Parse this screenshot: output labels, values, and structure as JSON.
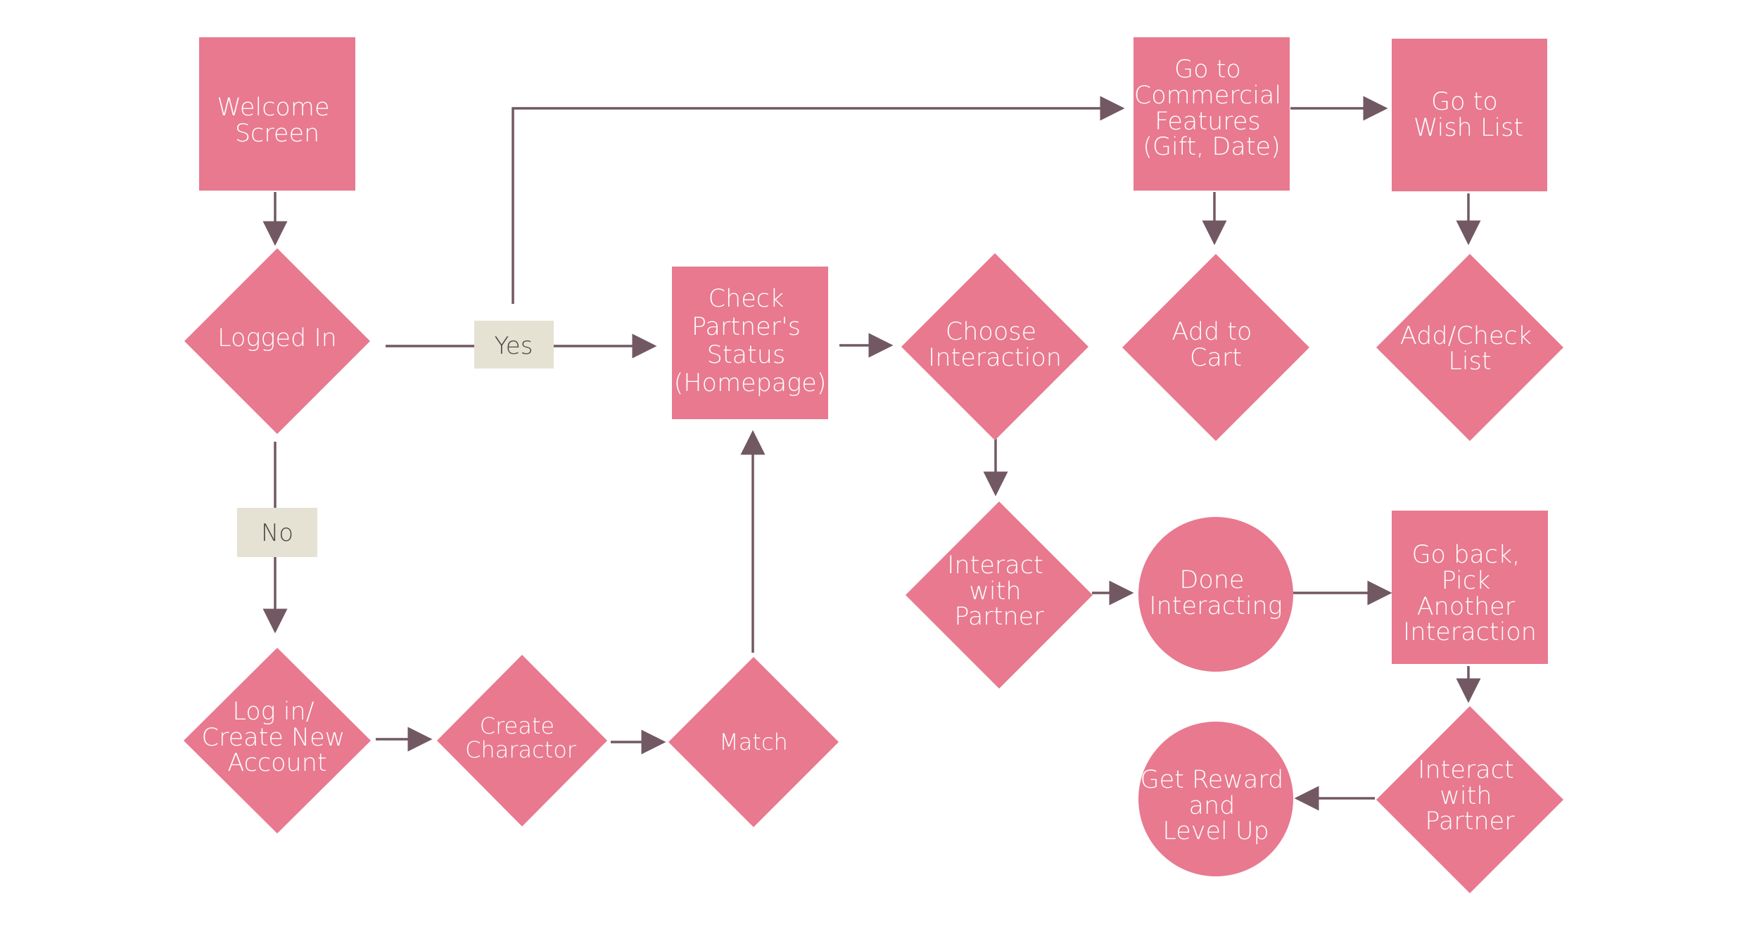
{
  "colors": {
    "node_fill": "#E8798F",
    "node_text": "#FFFFFF",
    "connector": "#725863",
    "label_fill": "#E5E2D3",
    "label_text": "#4E4A46",
    "background": "#FFFFFF"
  },
  "nodes": {
    "welcome": {
      "shape": "rectangle",
      "lines": [
        "Welcome",
        "Screen"
      ]
    },
    "logged_in": {
      "shape": "diamond",
      "lines": [
        "Logged In"
      ]
    },
    "login_create": {
      "shape": "diamond",
      "lines": [
        "Log in/",
        "Create New",
        "Account"
      ]
    },
    "create_character": {
      "shape": "diamond",
      "lines": [
        "Create",
        "Charactor"
      ]
    },
    "match": {
      "shape": "diamond",
      "lines": [
        "Match"
      ]
    },
    "check_status": {
      "shape": "rectangle",
      "lines": [
        "Check",
        "Partner's",
        "Status",
        "(Homepage)"
      ]
    },
    "choose_interaction": {
      "shape": "diamond",
      "lines": [
        "Choose",
        "Interaction"
      ]
    },
    "commercial": {
      "shape": "rectangle",
      "lines": [
        "Go to",
        "Commercial",
        "Features",
        "(Gift, Date)"
      ]
    },
    "wish_list": {
      "shape": "rectangle",
      "lines": [
        "Go to",
        "Wish List"
      ]
    },
    "add_cart": {
      "shape": "diamond",
      "lines": [
        "Add to",
        "Cart"
      ]
    },
    "add_check_list": {
      "shape": "diamond",
      "lines": [
        "Add/Check",
        "List"
      ]
    },
    "interact_1": {
      "shape": "diamond",
      "lines": [
        "Interact",
        "with",
        "Partner"
      ]
    },
    "done_interacting": {
      "shape": "circle",
      "lines": [
        "Done",
        "Interacting"
      ]
    },
    "go_back": {
      "shape": "rectangle",
      "lines": [
        "Go back,",
        "Pick",
        "Another",
        "Interaction"
      ]
    },
    "interact_2": {
      "shape": "diamond",
      "lines": [
        "Interact",
        "with",
        "Partner"
      ]
    },
    "reward": {
      "shape": "circle",
      "lines": [
        "Get Reward",
        "and",
        "Level Up"
      ]
    }
  },
  "edge_labels": {
    "yes": "Yes",
    "no": "No"
  }
}
